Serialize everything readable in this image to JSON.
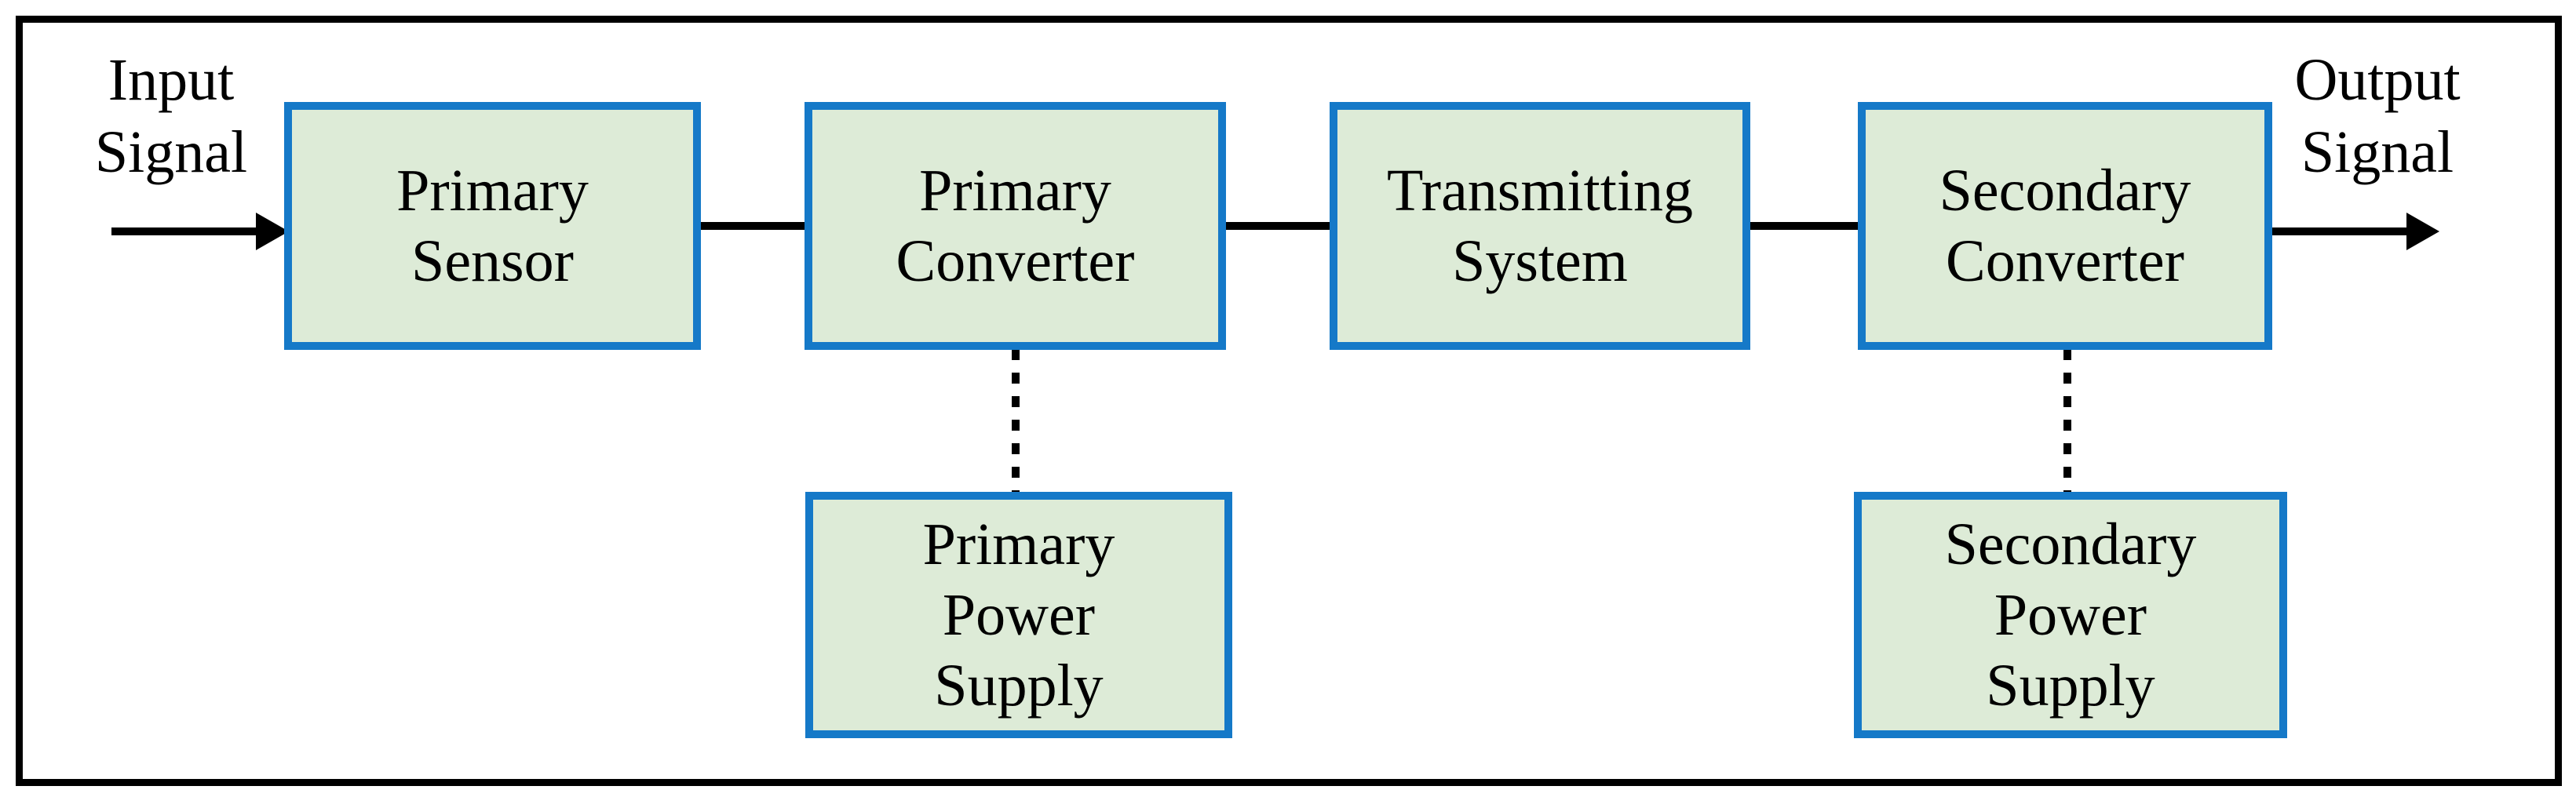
{
  "colors": {
    "background": "#ffffff",
    "frame": "#000000",
    "box_fill": "#ddebd7",
    "box_border": "#1579c8",
    "line": "#000000",
    "text": "#000000"
  },
  "io": {
    "input_label": "Input\nSignal",
    "output_label": "Output\nSignal"
  },
  "blocks": {
    "primary_sensor": {
      "label": "Primary\nSensor"
    },
    "primary_converter": {
      "label": "Primary\nConverter"
    },
    "transmitting_system": {
      "label": "Transmitting\nSystem"
    },
    "secondary_converter": {
      "label": "Secondary\nConverter"
    },
    "primary_power_supply": {
      "label": "Primary\nPower\nSupply"
    },
    "secondary_power_supply": {
      "label": "Secondary\nPower\nSupply"
    }
  },
  "connections": [
    {
      "from": "input_signal",
      "to": "primary_sensor",
      "style": "solid-arrow"
    },
    {
      "from": "primary_sensor",
      "to": "primary_converter",
      "style": "solid"
    },
    {
      "from": "primary_converter",
      "to": "transmitting_system",
      "style": "solid"
    },
    {
      "from": "transmitting_system",
      "to": "secondary_converter",
      "style": "solid"
    },
    {
      "from": "secondary_converter",
      "to": "output_signal",
      "style": "solid-arrow"
    },
    {
      "from": "primary_power_supply",
      "to": "primary_converter",
      "style": "dotted"
    },
    {
      "from": "secondary_power_supply",
      "to": "secondary_converter",
      "style": "dotted"
    }
  ]
}
